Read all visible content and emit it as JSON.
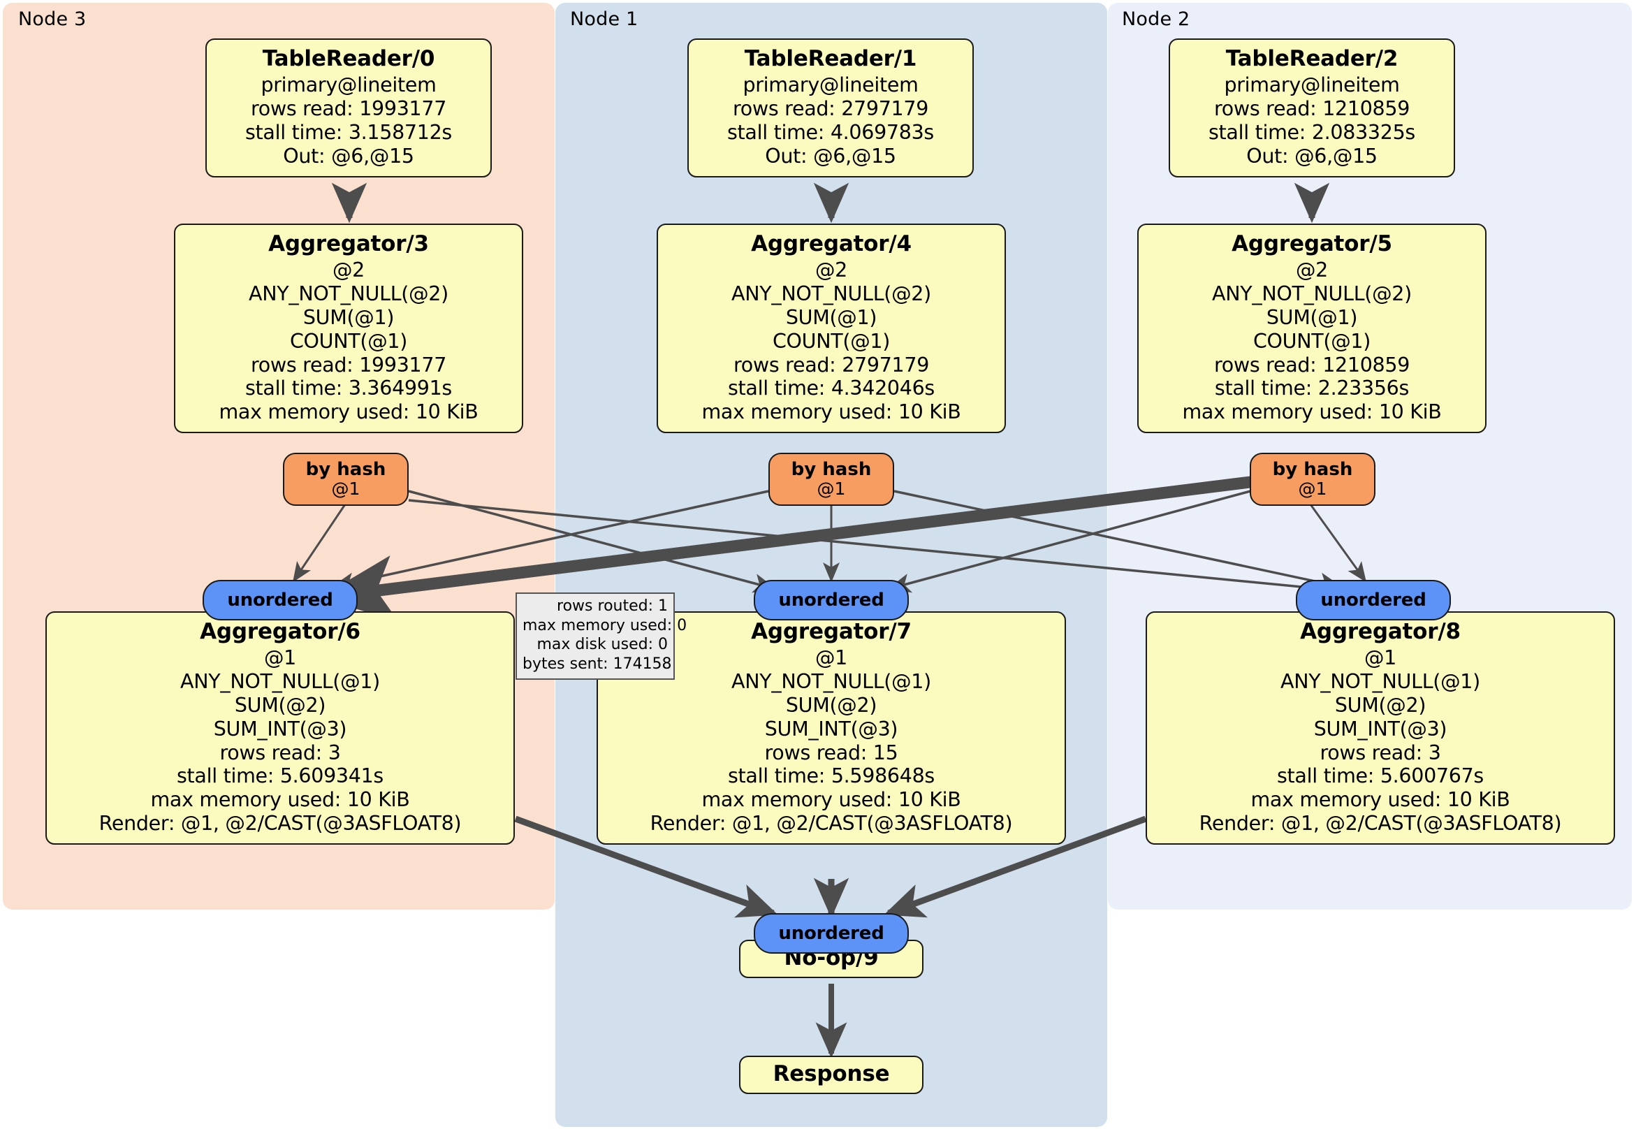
{
  "clusters": [
    {
      "id": "node3",
      "label": "Node 3",
      "color": "#fbe0cf"
    },
    {
      "id": "node1",
      "label": "Node 1",
      "color": "#d2dfec"
    },
    {
      "id": "node2",
      "label": "Node 2",
      "color": "#eaeffa"
    }
  ],
  "nodes": {
    "table_reader_0": {
      "title": "TableReader/0",
      "lines": [
        "primary@lineitem",
        "rows read: 1993177",
        "stall time: 3.158712s",
        "Out: @6,@15"
      ]
    },
    "table_reader_1": {
      "title": "TableReader/1",
      "lines": [
        "primary@lineitem",
        "rows read: 2797179",
        "stall time: 4.069783s",
        "Out: @6,@15"
      ]
    },
    "table_reader_2": {
      "title": "TableReader/2",
      "lines": [
        "primary@lineitem",
        "rows read: 1210859",
        "stall time: 2.083325s",
        "Out: @6,@15"
      ]
    },
    "aggregator_3": {
      "title": "Aggregator/3",
      "lines": [
        "@2",
        "ANY_NOT_NULL(@2)",
        "SUM(@1)",
        "COUNT(@1)",
        "rows read: 1993177",
        "stall time: 3.364991s",
        "max memory used: 10 KiB"
      ]
    },
    "aggregator_4": {
      "title": "Aggregator/4",
      "lines": [
        "@2",
        "ANY_NOT_NULL(@2)",
        "SUM(@1)",
        "COUNT(@1)",
        "rows read: 2797179",
        "stall time: 4.342046s",
        "max memory used: 10 KiB"
      ]
    },
    "aggregator_5": {
      "title": "Aggregator/5",
      "lines": [
        "@2",
        "ANY_NOT_NULL(@2)",
        "SUM(@1)",
        "COUNT(@1)",
        "rows read: 1210859",
        "stall time: 2.23356s",
        "max memory used: 10 KiB"
      ]
    },
    "aggregator_6": {
      "title": "Aggregator/6",
      "lines": [
        "@1",
        "ANY_NOT_NULL(@1)",
        "SUM(@2)",
        "SUM_INT(@3)",
        "rows read: 3",
        "stall time: 5.609341s",
        "max memory used: 10 KiB",
        "Render: @1, @2/CAST(@3ASFLOAT8)"
      ]
    },
    "aggregator_7": {
      "title": "Aggregator/7",
      "lines": [
        "@1",
        "ANY_NOT_NULL(@1)",
        "SUM(@2)",
        "SUM_INT(@3)",
        "rows read: 15",
        "stall time: 5.598648s",
        "max memory used: 10 KiB",
        "Render: @1, @2/CAST(@3ASFLOAT8)"
      ]
    },
    "aggregator_8": {
      "title": "Aggregator/8",
      "lines": [
        "@1",
        "ANY_NOT_NULL(@1)",
        "SUM(@2)",
        "SUM_INT(@3)",
        "rows read: 3",
        "stall time: 5.600767s",
        "max memory used: 10 KiB",
        "Render: @1, @2/CAST(@3ASFLOAT8)"
      ]
    },
    "noop_9": {
      "title": "No-op/9"
    },
    "response": {
      "title": "Response"
    }
  },
  "routers": {
    "by_hash_left": {
      "label": "by hash",
      "sublabel": "@1"
    },
    "by_hash_middle": {
      "label": "by hash",
      "sublabel": "@1"
    },
    "by_hash_right": {
      "label": "by hash",
      "sublabel": "@1"
    }
  },
  "streams": {
    "unordered_left": {
      "label": "unordered"
    },
    "unordered_middle": {
      "label": "unordered"
    },
    "unordered_right": {
      "label": "unordered"
    },
    "unordered_final": {
      "label": "unordered"
    }
  },
  "tooltip": {
    "lines": [
      "rows routed: 1",
      "max memory used: 0",
      "max disk used: 0",
      "bytes sent: 174158"
    ]
  },
  "colors": {
    "processor_fill": "#fbfbbf",
    "router_fill": "#f79d62",
    "stream_fill": "#5d93f7",
    "edge": "#4d4d4d",
    "cluster_node3": "#fbe0cf",
    "cluster_node1": "#d2dfec",
    "cluster_node2": "#eaeffa"
  }
}
